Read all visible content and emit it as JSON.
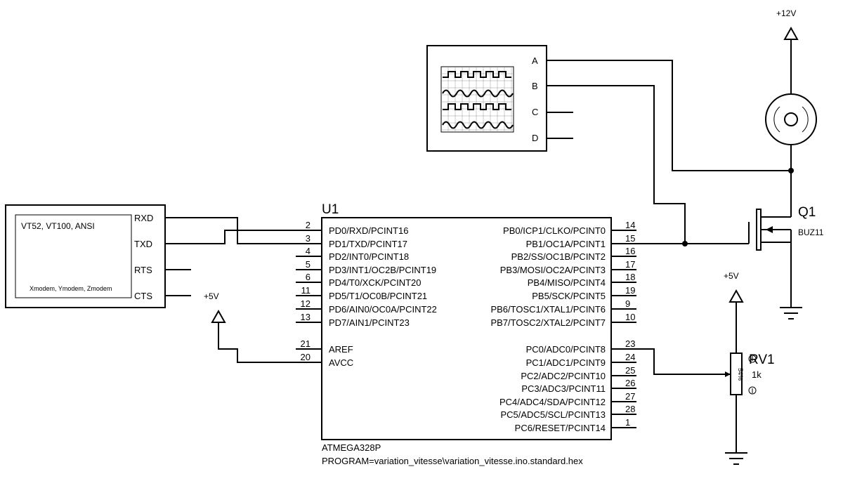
{
  "terminal": {
    "title": "VT52, VT100, ANSI",
    "footer": "Xmodem, Ymodem, Zmodem",
    "pins": [
      "RXD",
      "TXD",
      "RTS",
      "CTS"
    ]
  },
  "power": {
    "vcc5": "+5V",
    "vcc5_pot": "+5V",
    "vcc12": "+12V"
  },
  "oscilloscope": {
    "channels": [
      "A",
      "B",
      "C",
      "D"
    ]
  },
  "mcu": {
    "ref": "U1",
    "part": "ATMEGA328P",
    "program": "PROGRAM=variation_vitesse\\variation_vitesse.ino.standard.hex",
    "left_pins": [
      {
        "num": "2",
        "label": "PD0/RXD/PCINT16"
      },
      {
        "num": "3",
        "label": "PD1/TXD/PCINT17"
      },
      {
        "num": "4",
        "label": "PD2/INT0/PCINT18"
      },
      {
        "num": "5",
        "label": "PD3/INT1/OC2B/PCINT19"
      },
      {
        "num": "6",
        "label": "PD4/T0/XCK/PCINT20"
      },
      {
        "num": "11",
        "label": "PD5/T1/OC0B/PCINT21"
      },
      {
        "num": "12",
        "label": "PD6/AIN0/OC0A/PCINT22"
      },
      {
        "num": "13",
        "label": "PD7/AIN1/PCINT23"
      },
      {
        "num": "21",
        "label": "AREF"
      },
      {
        "num": "20",
        "label": "AVCC"
      }
    ],
    "right_pins": [
      {
        "num": "14",
        "label": "PB0/ICP1/CLKO/PCINT0"
      },
      {
        "num": "15",
        "label": "PB1/OC1A/PCINT1"
      },
      {
        "num": "16",
        "label": "PB2/SS/OC1B/PCINT2"
      },
      {
        "num": "17",
        "label": "PB3/MOSI/OC2A/PCINT3"
      },
      {
        "num": "18",
        "label": "PB4/MISO/PCINT4"
      },
      {
        "num": "19",
        "label": "PB5/SCK/PCINT5"
      },
      {
        "num": "9",
        "label": "PB6/TOSC1/XTAL1/PCINT6"
      },
      {
        "num": "10",
        "label": "PB7/TOSC2/XTAL2/PCINT7"
      },
      {
        "num": "23",
        "label": "PC0/ADC0/PCINT8"
      },
      {
        "num": "24",
        "label": "PC1/ADC1/PCINT9"
      },
      {
        "num": "25",
        "label": "PC2/ADC2/PCINT10"
      },
      {
        "num": "26",
        "label": "PC3/ADC3/PCINT11"
      },
      {
        "num": "27",
        "label": "PC4/ADC4/SDA/PCINT12"
      },
      {
        "num": "28",
        "label": "PC5/ADC5/SCL/PCINT13"
      },
      {
        "num": "1",
        "label": "PC6/RESET/PCINT14"
      }
    ]
  },
  "transistor": {
    "ref": "Q1",
    "part": "BUZ11"
  },
  "potentiometer": {
    "ref": "RV1",
    "value": "1k",
    "position": "54%"
  }
}
